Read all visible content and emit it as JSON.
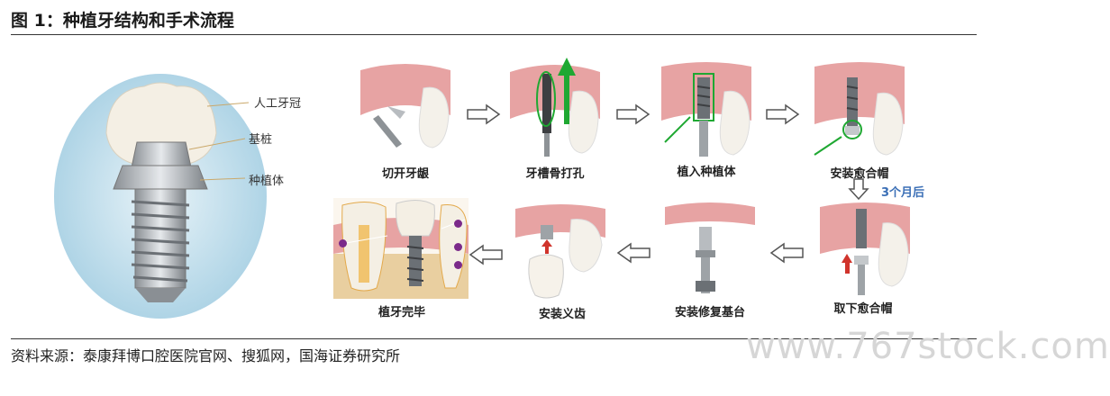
{
  "figure": {
    "title": "图 1：种植牙结构和手术流程",
    "source": "资料来源：泰康拜博口腔医院官网、搜狐网，国海证券研究所",
    "watermark": "www.767stock.com"
  },
  "anatomy": {
    "labels": [
      "人工牙冠",
      "基桩",
      "种植体"
    ]
  },
  "steps": [
    {
      "label": "切开牙龈"
    },
    {
      "label": "牙槽骨打孔"
    },
    {
      "label": "植入种植体"
    },
    {
      "label": "安装愈合帽"
    },
    {
      "label": "取下愈合帽"
    },
    {
      "label": "安装修复基台"
    },
    {
      "label": "安装义齿"
    },
    {
      "label": "植牙完毕"
    }
  ],
  "wait_note": "3个月后",
  "colors": {
    "gum": "#e7a3a3",
    "tooth": "#f3f0ea",
    "green": "#1fa832",
    "blue_note": "#3b6fb6",
    "arrow": "#555555"
  }
}
